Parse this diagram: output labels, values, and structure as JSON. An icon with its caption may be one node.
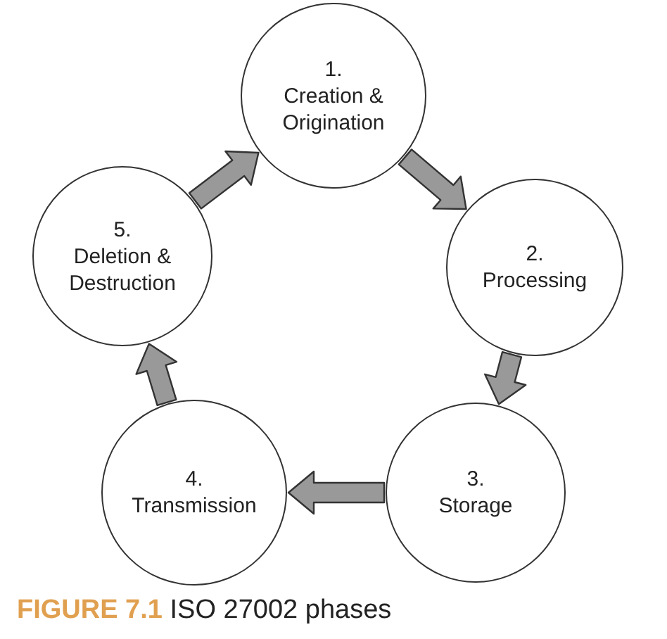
{
  "diagram": {
    "caption": "**FIGURE 7.1** ISO 27002 phases",
    "nodes": [
      {
        "text": [
          "1.",
          "Creation & Origination"
        ]
      },
      {
        "text": [
          "2.",
          "Processing"
        ]
      },
      {
        "text": [
          "3.",
          "Storage"
        ]
      },
      {
        "text": [
          "4.",
          "Transmission"
        ]
      },
      {
        "text": [
          "5.",
          "Deletion & Destruction"
        ]
      }
    ],
    "edges": [
      {
        "from": 0,
        "to": 1,
        "arrow": "to"
      },
      {
        "from": 1,
        "to": 2,
        "arrow": "to"
      },
      {
        "from": 2,
        "to": 3,
        "arrow": "to"
      },
      {
        "from": 3,
        "to": 4,
        "arrow": "to"
      },
      {
        "from": 4,
        "to": 0,
        "arrow": "to"
      }
    ]
  }
}
